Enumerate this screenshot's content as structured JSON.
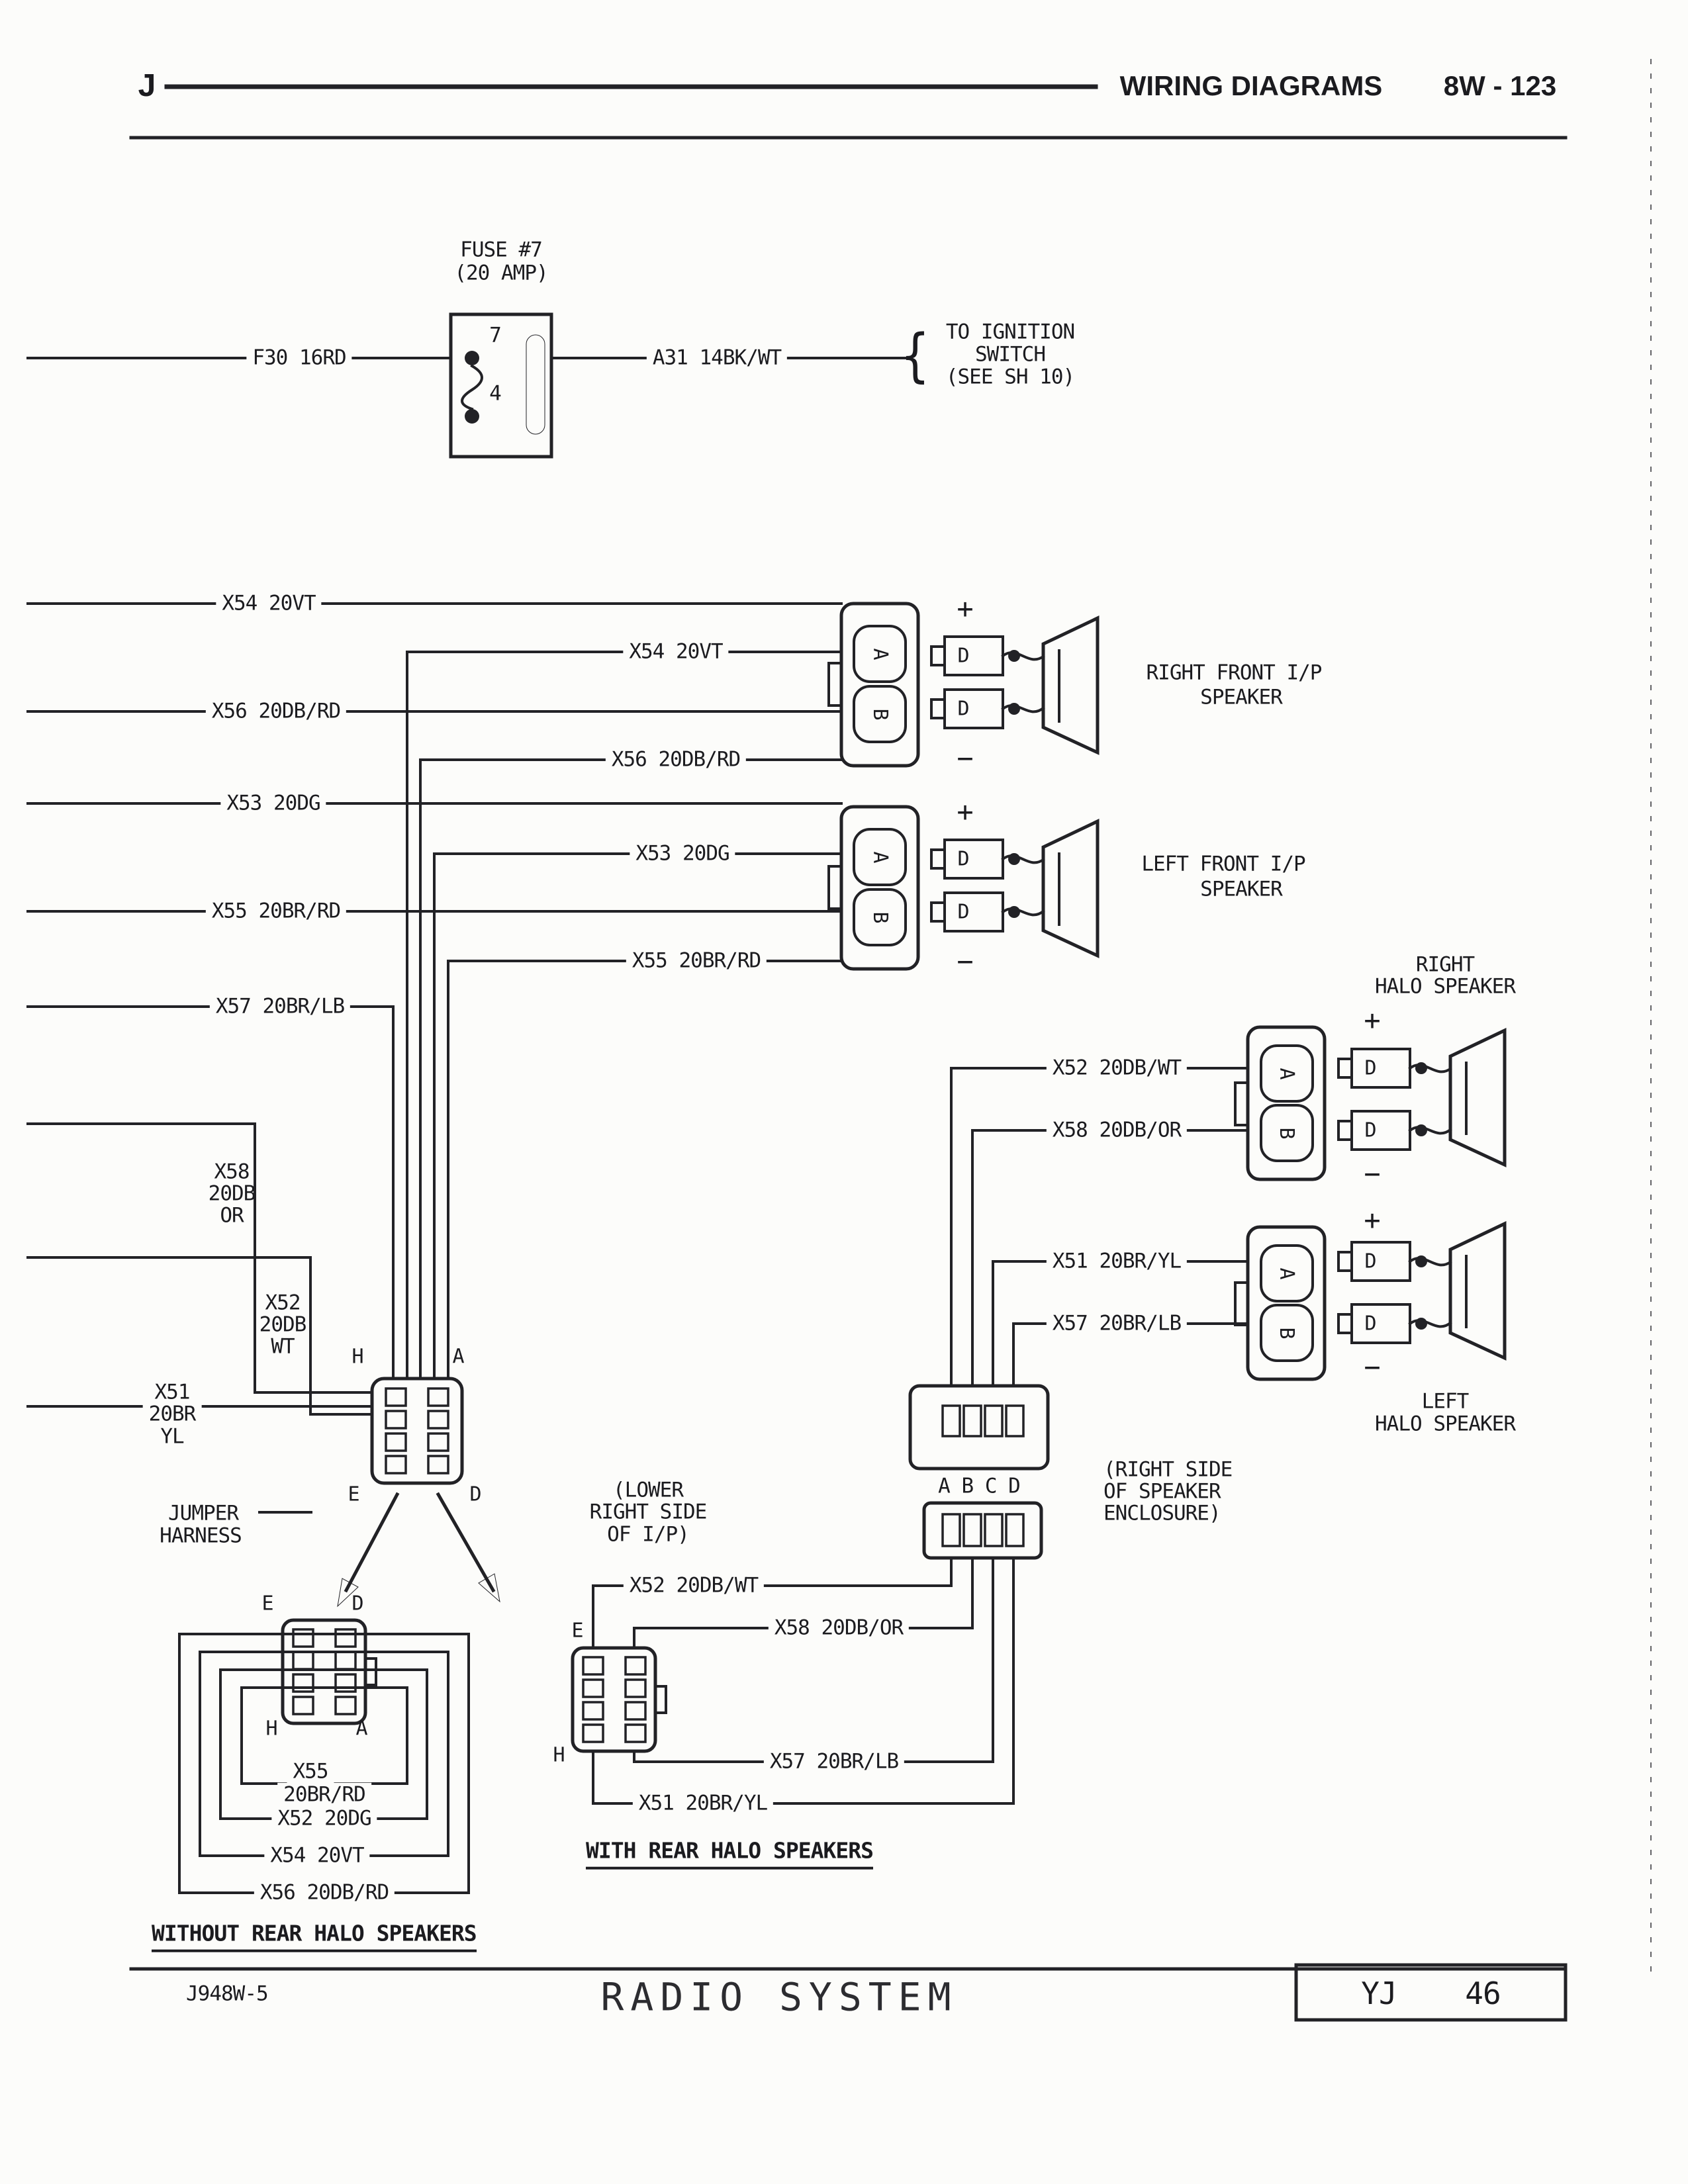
{
  "header": {
    "section_letter": "J",
    "title": "WIRING DIAGRAMS",
    "page_ref": "8W - 123"
  },
  "fuse": {
    "name": "FUSE #7",
    "rating": "(20 AMP)",
    "cavity_top": "7",
    "cavity_bottom": "4",
    "wire_in": "F30 16RD",
    "wire_out": "A31 14BK/WT",
    "brace": "{",
    "dest_line1": "TO IGNITION",
    "dest_line2": "SWITCH",
    "dest_line3": "(SEE SH 10)"
  },
  "left_wires": {
    "x54": "X54 20VT",
    "x56": "X56 20DB/RD",
    "x53": "X53 20DG",
    "x55": "X55 20BR/RD",
    "x57": "X57 20BR/LB",
    "x58_l1": "X58",
    "x58_l2": "20DB",
    "x58_l3": "OR",
    "x52_l1": "X52",
    "x52_l2": "20DB",
    "x52_l3": "WT",
    "x51_l1": "X51",
    "x51_l2": "20BR",
    "x51_l3": "YL"
  },
  "inner_wires": {
    "x54": "X54 20VT",
    "x56": "X56 20DB/RD",
    "x53": "X53 20DG",
    "x55": "X55 20BR/RD"
  },
  "halo_wires": {
    "x52": "X52 20DB/WT",
    "x58": "X58 20DB/OR",
    "x51": "X51 20BR/YL",
    "x57": "X57 20BR/LB"
  },
  "speakers": {
    "pin_a": "A",
    "pin_b": "B",
    "terminal_d": "D",
    "plus": "+",
    "minus": "−",
    "right_front_l1": "RIGHT FRONT I/P",
    "right_front_l2": "SPEAKER",
    "left_front_l1": "LEFT FRONT I/P",
    "left_front_l2": "SPEAKER",
    "right_halo_l1": "RIGHT",
    "right_halo_l2": "HALO SPEAKER",
    "left_halo_l1": "LEFT",
    "left_halo_l2": "HALO SPEAKER"
  },
  "radio_connector": {
    "pin_h": "H",
    "pin_a": "A",
    "pin_e": "E",
    "pin_d": "D"
  },
  "jumper": {
    "l1": "JUMPER",
    "l2": "HARNESS"
  },
  "ip_location": {
    "l1": "(LOWER",
    "l2": "RIGHT SIDE",
    "l3": "OF I/P)"
  },
  "enclosure": {
    "pins": "A B C D",
    "loc_l1": "(RIGHT SIDE",
    "loc_l2": "OF SPEAKER",
    "loc_l3": "ENCLOSURE)"
  },
  "without_halo": {
    "pin_e": "E",
    "pin_d": "D",
    "pin_h": "H",
    "pin_a": "A",
    "w1_l1": "X55",
    "w1_l2": "20BR/RD",
    "w2": "X52 20DG",
    "w3": "X54 20VT",
    "w4": "X56 20DB/RD",
    "title": "WITHOUT REAR HALO SPEAKERS"
  },
  "with_halo": {
    "pin_e": "E",
    "pin_h": "H",
    "x52": "X52 20DB/WT",
    "x58": "X58 20DB/OR",
    "x57": "X57 20BR/LB",
    "x51": "X51 20BR/YL",
    "title": "WITH REAR HALO SPEAKERS"
  },
  "footer": {
    "drawing_no": "J948W-5",
    "title": "RADIO SYSTEM",
    "model": "YJ",
    "sheet": "46"
  }
}
